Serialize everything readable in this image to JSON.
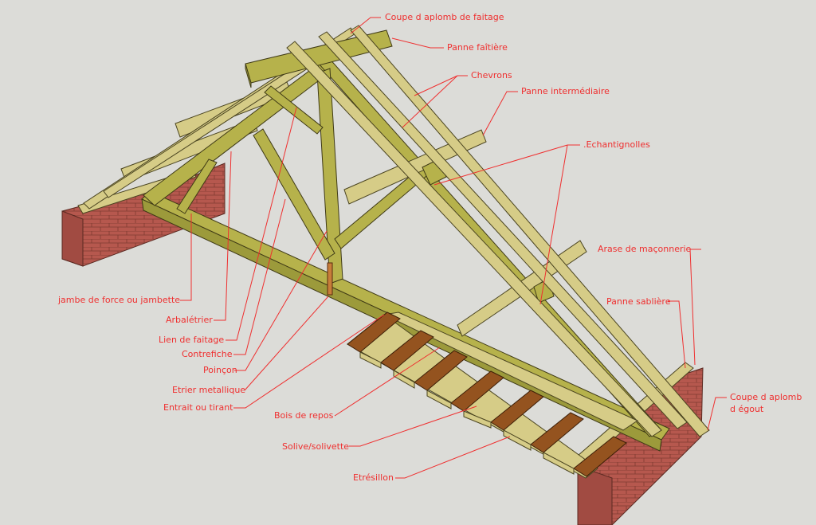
{
  "labels": {
    "coupe_faitage": "Coupe d aplomb de faitage",
    "panne_faitiere": "Panne faîtière",
    "chevrons": "Chevrons",
    "panne_intermediaire": "Panne intermédiaire",
    "echantignolles": ".Echantignolles",
    "arase": "Arase de maçonnerie",
    "panne_sabliere": "Panne sablière",
    "coupe_egout_1": "Coupe d aplomb",
    "coupe_egout_2": "d égout",
    "jambe": "jambe de force ou jambette",
    "arbaletrier": "Arbalétrier",
    "lien": "Lien de faitage",
    "contrefiche": "Contrefiche",
    "poincon": "Poinçon",
    "etrier": "Etrier metallique",
    "entrait": "Entrait ou tirant",
    "bois_repos": "Bois de repos",
    "solive": "Solive/solivette",
    "etresillon": "Etrésillon"
  },
  "colors": {
    "background": "#dcdcd8",
    "label": "#ef2f2f",
    "timber": "#b6b24b",
    "joist": "#94531f",
    "brick": "#b6584e"
  }
}
